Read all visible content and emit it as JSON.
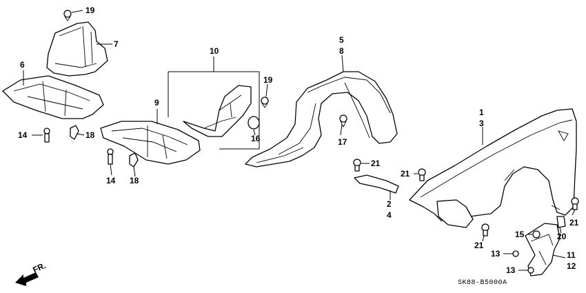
{
  "diagram_code": "SK88-B5000A",
  "front_arrow_label": "FR.",
  "callouts": {
    "c1": "1",
    "c3": "3",
    "c5": "5",
    "c8": "8",
    "c6": "6",
    "c7": "7",
    "c9": "9",
    "c10": "10",
    "c19a": "19",
    "c19b": "19",
    "c14a": "14",
    "c14b": "14",
    "c18a": "18",
    "c18b": "18",
    "c16": "16",
    "c17": "17",
    "c21a": "21",
    "c21b": "21",
    "c21c": "21",
    "c21d": "21",
    "c2": "2",
    "c4": "4",
    "c15": "15",
    "c20": "20",
    "c13a": "13",
    "c13b": "13",
    "c11": "11",
    "c12": "12"
  }
}
